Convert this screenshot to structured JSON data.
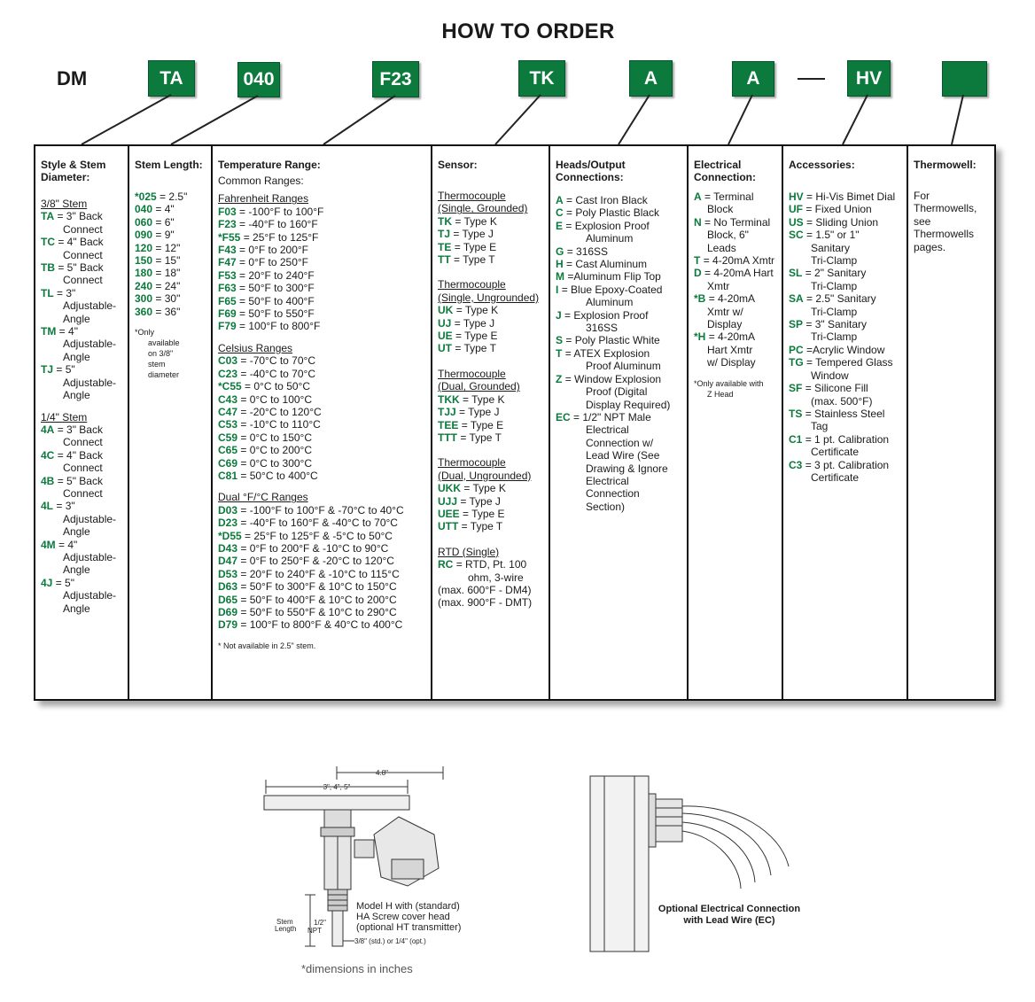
{
  "header": {
    "title": "HOW TO ORDER",
    "prefix": "DM"
  },
  "codes": [
    "TA",
    "040",
    "F23",
    "TK",
    "A",
    "A",
    "HV",
    ""
  ],
  "colors": {
    "accent": "#0b7a3c",
    "border": "#111111"
  },
  "columns": {
    "style": {
      "title": "Style & Stem Diameter:",
      "groups": [
        {
          "heading": "3/8\" Stem",
          "items": [
            {
              "code": "TA",
              "lines": [
                "= 3\" Back",
                "Connect"
              ]
            },
            {
              "code": "TC",
              "lines": [
                "= 4\" Back",
                "Connect"
              ]
            },
            {
              "code": "TB",
              "lines": [
                "= 5\" Back",
                "Connect"
              ]
            },
            {
              "code": "TL",
              "lines": [
                "= 3\"",
                "Adjustable-",
                "Angle"
              ]
            },
            {
              "code": "TM",
              "lines": [
                "= 4\"",
                "Adjustable-",
                "Angle"
              ]
            },
            {
              "code": "TJ",
              "lines": [
                "= 5\"",
                "Adjustable-",
                "Angle"
              ]
            }
          ]
        },
        {
          "heading": "1/4\" Stem",
          "items": [
            {
              "code": "4A",
              "lines": [
                "= 3\" Back",
                "Connect"
              ]
            },
            {
              "code": "4C",
              "lines": [
                "= 4\" Back",
                "Connect"
              ]
            },
            {
              "code": "4B",
              "lines": [
                "= 5\" Back",
                "Connect"
              ]
            },
            {
              "code": "4L",
              "lines": [
                "= 3\"",
                "Adjustable-",
                "Angle"
              ]
            },
            {
              "code": "4M",
              "lines": [
                "= 4\"",
                "Adjustable-",
                "Angle"
              ]
            },
            {
              "code": "4J",
              "lines": [
                "= 5\"",
                "Adjustable-",
                "Angle"
              ]
            }
          ]
        }
      ]
    },
    "stem": {
      "title": "Stem Length:",
      "items": [
        {
          "code": "*025",
          "text": "= 2.5\""
        },
        {
          "code": "040",
          "text": "= 4\""
        },
        {
          "code": "060",
          "text": "= 6\""
        },
        {
          "code": "090",
          "text": "= 9\""
        },
        {
          "code": "120",
          "text": "= 12\""
        },
        {
          "code": "150",
          "text": "= 15\""
        },
        {
          "code": "180",
          "text": "= 18\""
        },
        {
          "code": "240",
          "text": "= 24\""
        },
        {
          "code": "300",
          "text": "= 30\""
        },
        {
          "code": "360",
          "text": "= 36\""
        }
      ],
      "note": [
        "*Only",
        "available",
        "on 3/8\"",
        "stem",
        "diameter"
      ]
    },
    "temp": {
      "title": "Temperature Range:",
      "subtitle": "Common Ranges:",
      "groups": [
        {
          "heading": "Fahrenheit  Ranges",
          "items": [
            {
              "code": "F03",
              "text": "= -100°F to 100°F"
            },
            {
              "code": "F23",
              "text": "= -40°F to 160°F"
            },
            {
              "code": "*F55",
              "text": "= 25°F to 125°F"
            },
            {
              "code": "F43",
              "text": "= 0°F to 200°F"
            },
            {
              "code": "F47",
              "text": "= 0°F to 250°F"
            },
            {
              "code": "F53",
              "text": "= 20°F to 240°F"
            },
            {
              "code": "F63",
              "text": "= 50°F to 300°F"
            },
            {
              "code": "F65",
              "text": "= 50°F to 400°F"
            },
            {
              "code": "F69",
              "text": "= 50°F to 550°F"
            },
            {
              "code": "F79",
              "text": "= 100°F to 800°F"
            }
          ]
        },
        {
          "heading": "Celsius Ranges",
          "items": [
            {
              "code": "C03",
              "text": "= -70°C to 70°C"
            },
            {
              "code": "C23",
              "text": "= -40°C to 70°C"
            },
            {
              "code": "*C55",
              "text": "= 0°C to 50°C"
            },
            {
              "code": "C43",
              "text": "= 0°C to 100°C"
            },
            {
              "code": "C47",
              "text": "= -20°C to 120°C"
            },
            {
              "code": "C53",
              "text": "= -10°C to 110°C"
            },
            {
              "code": "C59",
              "text": "= 0°C to 150°C"
            },
            {
              "code": "C65",
              "text": "= 0°C to 200°C"
            },
            {
              "code": "C69",
              "text": "= 0°C to 300°C"
            },
            {
              "code": "C81",
              "text": "= 50°C to 400°C"
            }
          ]
        },
        {
          "heading": "Dual °F/°C Ranges",
          "items": [
            {
              "code": "D03",
              "text": "= -100°F to 100°F & -70°C to 40°C"
            },
            {
              "code": "D23",
              "text": "= -40°F to 160°F & -40°C to 70°C"
            },
            {
              "code": "*D55",
              "text": "= 25°F to 125°F & -5°C to 50°C"
            },
            {
              "code": "D43",
              "text": "= 0°F to 200°F & -10°C to 90°C"
            },
            {
              "code": "D47",
              "text": "= 0°F to 250°F & -20°C to 120°C"
            },
            {
              "code": "D53",
              "text": "= 20°F to 240°F & -10°C to 115°C"
            },
            {
              "code": "D63",
              "text": "= 50°F to 300°F & 10°C to 150°C"
            },
            {
              "code": "D65",
              "text": "= 50°F to 400°F & 10°C to 200°C"
            },
            {
              "code": "D69",
              "text": "= 50°F to 550°F  & 10°C to 290°C"
            },
            {
              "code": "D79",
              "text": "= 100°F to 800°F & 40°C to 400°C"
            }
          ]
        }
      ],
      "note": "* Not available in 2.5\" stem."
    },
    "sensor": {
      "title": "Sensor:",
      "groups": [
        {
          "heading": [
            "Thermocouple",
            "(Single, Grounded)"
          ],
          "items": [
            {
              "code": "TK",
              "text": "= Type K"
            },
            {
              "code": "TJ",
              "text": "= Type J"
            },
            {
              "code": "TE",
              "text": "= Type E"
            },
            {
              "code": "TT",
              "text": "= Type T"
            }
          ]
        },
        {
          "heading": [
            "Thermocouple",
            "(Single, Ungrounded)"
          ],
          "items": [
            {
              "code": "UK",
              "text": "= Type K"
            },
            {
              "code": "UJ",
              "text": "= Type J"
            },
            {
              "code": "UE",
              "text": "= Type E"
            },
            {
              "code": "UT",
              "text": "= Type T"
            }
          ]
        },
        {
          "heading": [
            "Thermocouple",
            "(Dual, Grounded)"
          ],
          "items": [
            {
              "code": "TKK",
              "text": "= Type K"
            },
            {
              "code": "TJJ",
              "text": "= Type J"
            },
            {
              "code": "TEE",
              "text": "= Type E"
            },
            {
              "code": "TTT",
              "text": "= Type T"
            }
          ]
        },
        {
          "heading": [
            "Thermocouple",
            "(Dual, Ungrounded)"
          ],
          "items": [
            {
              "code": "UKK",
              "text": "= Type K"
            },
            {
              "code": "UJJ",
              "text": "= Type J"
            },
            {
              "code": "UEE",
              "text": "= Type E"
            },
            {
              "code": "UTT",
              "text": "= Type T"
            }
          ]
        },
        {
          "heading": [
            "RTD (Single)"
          ],
          "items": [
            {
              "code": "RC",
              "text": "= RTD, Pt. 100"
            }
          ]
        }
      ],
      "rtd_lines": [
        "ohm, 3-wire",
        "(max. 600°F - DM4)",
        "(max. 900°F - DMT)"
      ]
    },
    "heads": {
      "title": [
        "Heads/Output",
        "Connections:"
      ],
      "items": [
        {
          "code": "A",
          "lines": [
            "= Cast Iron Black"
          ]
        },
        {
          "code": "C",
          "lines": [
            "= Poly Plastic Black"
          ]
        },
        {
          "code": "E",
          "lines": [
            "= Explosion Proof",
            "Aluminum"
          ]
        },
        {
          "code": "G",
          "lines": [
            "= 316SS"
          ]
        },
        {
          "code": "H",
          "lines": [
            "= Cast Aluminum"
          ]
        },
        {
          "code": "M",
          "lines": [
            "=Aluminum Flip Top"
          ]
        },
        {
          "code": "I",
          "lines": [
            "= Blue Epoxy-Coated",
            "Aluminum"
          ]
        },
        {
          "code": "J",
          "lines": [
            "= Explosion Proof",
            "316SS"
          ]
        },
        {
          "code": "S",
          "lines": [
            "= Poly Plastic White"
          ]
        },
        {
          "code": "T",
          "lines": [
            "= ATEX Explosion",
            "Proof Aluminum"
          ]
        },
        {
          "code": "Z",
          "lines": [
            "= Window Explosion",
            "Proof (Digital",
            "Display Required)"
          ]
        },
        {
          "code": "EC",
          "lines": [
            "= 1/2\" NPT Male",
            "Electrical",
            "Connection w/",
            "Lead Wire (See",
            "Drawing & Ignore",
            "Electrical",
            "Connection",
            "Section)"
          ]
        }
      ]
    },
    "electrical": {
      "title": [
        "Electrical",
        "Connection:"
      ],
      "items": [
        {
          "code": "A",
          "lines": [
            "= Terminal",
            "Block"
          ]
        },
        {
          "code": "N",
          "lines": [
            "= No Terminal",
            "Block, 6\"",
            "Leads"
          ]
        },
        {
          "code": "T",
          "lines": [
            "= 4-20mA Xmtr"
          ]
        },
        {
          "code": "D",
          "lines": [
            "= 4-20mA Hart",
            "Xmtr"
          ]
        },
        {
          "code": "*B",
          "lines": [
            "= 4-20mA",
            "Xmtr w/",
            "Display"
          ]
        },
        {
          "code": "*H",
          "lines": [
            "= 4-20mA",
            "Hart Xmtr",
            "w/ Display"
          ]
        }
      ],
      "note": [
        "*Only available with",
        "Z Head"
      ]
    },
    "accessories": {
      "title": "Accessories:",
      "items": [
        {
          "code": "HV",
          "lines": [
            "= Hi-Vis Bimet Dial"
          ]
        },
        {
          "code": "UF",
          "lines": [
            "= Fixed Union"
          ]
        },
        {
          "code": "US",
          "lines": [
            "= Sliding Union"
          ]
        },
        {
          "code": "SC",
          "lines": [
            "= 1.5\" or 1\"",
            "Sanitary",
            "Tri-Clamp"
          ]
        },
        {
          "code": "SL",
          "lines": [
            "= 2\" Sanitary",
            "Tri-Clamp"
          ]
        },
        {
          "code": "SA",
          "lines": [
            "= 2.5\" Sanitary",
            "Tri-Clamp"
          ]
        },
        {
          "code": "SP",
          "lines": [
            "= 3\" Sanitary",
            "Tri-Clamp"
          ]
        },
        {
          "code": "PC",
          "lines": [
            "=Acrylic Window"
          ]
        },
        {
          "code": "TG",
          "lines": [
            "= Tempered Glass",
            "Window"
          ]
        },
        {
          "code": "SF",
          "lines": [
            "= Silicone Fill",
            "(max. 500°F)"
          ]
        },
        {
          "code": "TS",
          "lines": [
            "= Stainless Steel",
            "Tag"
          ]
        },
        {
          "code": "C1",
          "lines": [
            "= 1 pt. Calibration",
            "Certificate"
          ]
        },
        {
          "code": "C3",
          "lines": [
            "= 3 pt. Calibration",
            "Certificate"
          ]
        }
      ]
    },
    "thermowell": {
      "title": "Thermowell:",
      "lines": [
        "For",
        "Thermowells,",
        "see",
        "Thermowells",
        "pages."
      ]
    }
  },
  "drawings": {
    "left": {
      "dim_top": "4.8\"",
      "dim_dial": "3\", 4\", 5\"",
      "caption": [
        "Model H with (standard)",
        "HA Screw cover head",
        "(optional HT transmitter)"
      ],
      "stem_length": [
        "Stem",
        "Length"
      ],
      "npt": [
        "1/2\"",
        "NPT"
      ],
      "stem_dia": "3/8\" (std.) or 1/4\" (opt.)"
    },
    "right": {
      "caption": [
        "Optional Electrical Connection",
        "with Lead Wire (EC)"
      ]
    },
    "footnote": "*dimensions in inches"
  }
}
